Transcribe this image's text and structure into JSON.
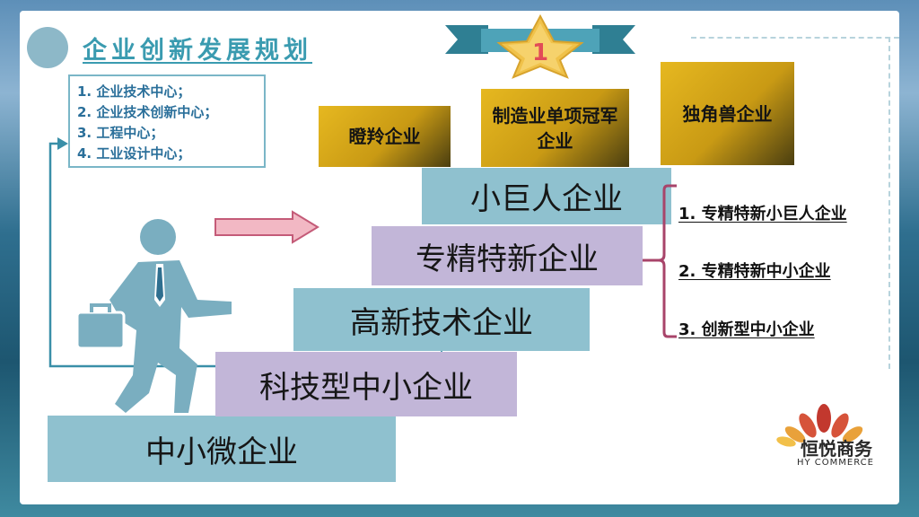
{
  "title": "企业创新发展规划",
  "badge_number": "1",
  "center_list": [
    "1. 企业技术中心；",
    "2. 企业技术创新中心；",
    "3. 工程中心；",
    "4. 工业设计中心；"
  ],
  "awards": {
    "gazelle": "瞪羚企业",
    "champion": "制造业单项冠军企业",
    "unicorn": "独角兽企业"
  },
  "steps": {
    "step1": "中小微企业",
    "step2": "科技型中小企业",
    "step3": "高新技术企业",
    "step4": "专精特新企业",
    "step5": "小巨人企业"
  },
  "specialized_types": [
    "1. 专精特新小巨人企业",
    "2. 专精特新中小企业",
    "3. 创新型中小企业"
  ],
  "logo": {
    "name": "恒悦商务",
    "subtitle": "HY COMMERCE"
  },
  "colors": {
    "teal": "#8fc1cf",
    "lavender": "#c2b6d8",
    "gold": "#d9ac1c",
    "title": "#3a9bb0",
    "bracket": "#a8446a"
  }
}
